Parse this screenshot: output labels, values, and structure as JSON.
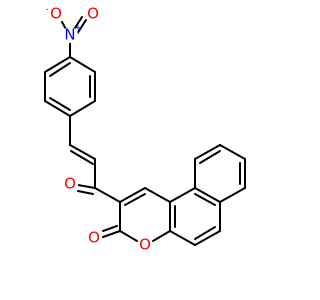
{
  "colors": {
    "bond": "#000000",
    "oxygen": "#ff0000",
    "nitrogen": "#0000ff",
    "background": "#ffffff"
  },
  "atoms": {
    "nitro_oxygen_left": "O",
    "nitro_oxygen_left_charge": "-",
    "nitro_nitrogen": "N",
    "nitro_nitrogen_charge": "+",
    "nitro_oxygen_right": "O",
    "ketone_oxygen": "O",
    "lactone_carbonyl_oxygen": "O",
    "ring_oxygen": "O"
  }
}
